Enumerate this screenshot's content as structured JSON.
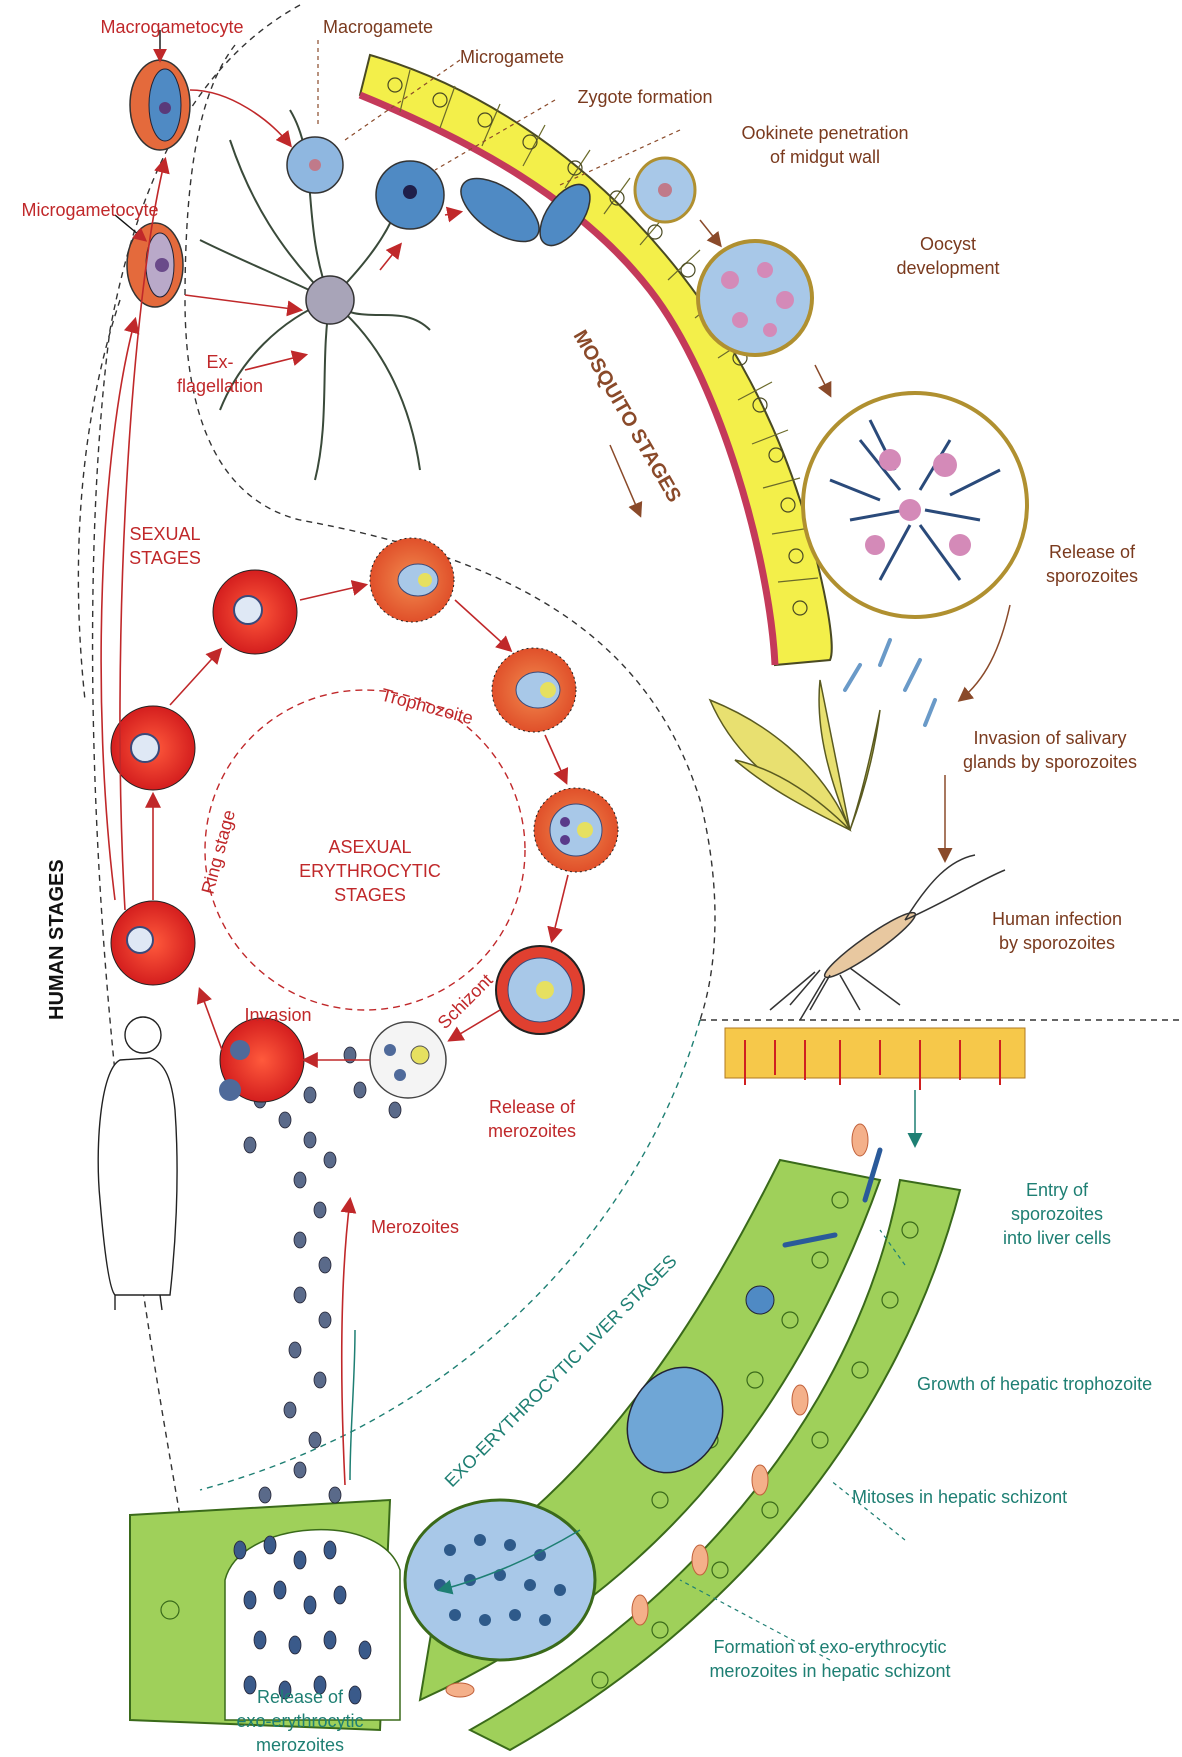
{
  "labels": {
    "macrogametocyte": "Macrogametocyte",
    "microgametocyte": "Microgametocyte",
    "exflagellation": "Ex-\nflagellation",
    "macrogamete": "Macrogamete",
    "microgamete": "Microgamete",
    "zygote_formation": "Zygote formation",
    "ookinete_penetration": "Ookinete penetration\nof midgut wall",
    "oocyst_development": "Oocyst\ndevelopment",
    "mosquito_stages": "MOSQUITO STAGES",
    "release_sporozoites": "Release of\nsporozoites",
    "invasion_salivary": "Invasion of salivary\nglands by sporozoites",
    "human_infection": "Human infection\nby sporozoites",
    "sexual_stages": "SEXUAL\nSTAGES",
    "trophozoite": "Trophozoite",
    "ring_stage": "Ring stage",
    "asexual_stages": "ASEXUAL\nERYTHROCYTIC\nSTAGES",
    "schizont": "Schizont",
    "invasion": "Invasion",
    "release_merozoites": "Release of\nmerozoites",
    "merozoites": "Merozoites",
    "human_stages": "HUMAN STAGES",
    "exo_liver_stages": "EXO-ERYTHROCYTIC LIVER STAGES",
    "entry_sporozoites": "Entry of\nsporozoites\ninto liver cells",
    "growth_hepatic": "Growth of hepatic trophozoite",
    "mitoses_hepatic": "Mitoses in hepatic schizont",
    "formation_exo": "Formation of exo-erythrocytic\nmerozoites in hepatic schizont",
    "release_exo": "Release of\nexo-erythrocytic\nmerozoites"
  },
  "colors": {
    "red_label": "#c0282a",
    "brown_label": "#7a3a1e",
    "teal_label": "#1e7f73",
    "rbc": "#e8442e",
    "rbc_orange": "#e46a3c",
    "midgut_yellow": "#f3ef4a",
    "liver_green": "#9fd05a",
    "parasite_blue": "#6fa6d6"
  }
}
